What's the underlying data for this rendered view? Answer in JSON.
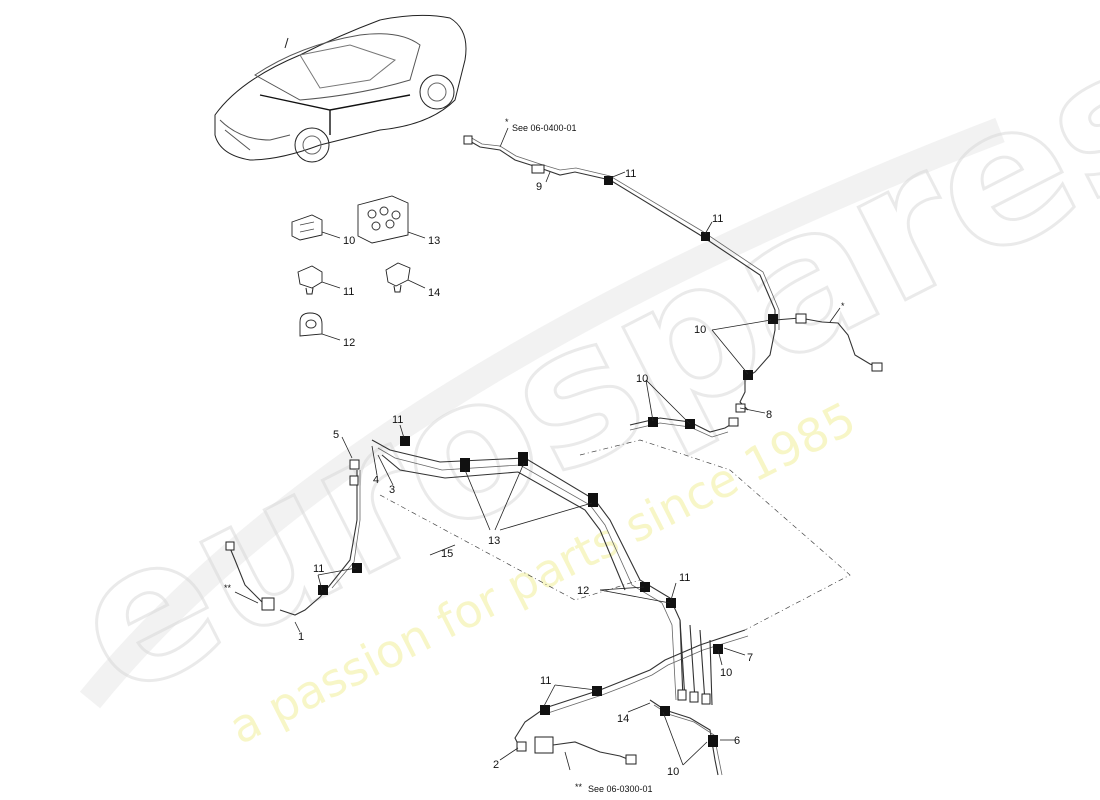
{
  "references": {
    "top": {
      "marker": "*",
      "text": "See 06-0400-01"
    },
    "bottom": {
      "marker": "**",
      "text": "See 06-0300-01"
    },
    "right_marker": "*",
    "left_marker": "**"
  },
  "callouts": [
    {
      "id": "c9",
      "text": "9"
    },
    {
      "id": "c11a",
      "text": "11"
    },
    {
      "id": "c11b",
      "text": "11"
    },
    {
      "id": "c10a",
      "text": "10"
    },
    {
      "id": "c10b",
      "text": "10"
    },
    {
      "id": "c8",
      "text": "8"
    },
    {
      "id": "c11c",
      "text": "11"
    },
    {
      "id": "c5",
      "text": "5"
    },
    {
      "id": "c4",
      "text": "4"
    },
    {
      "id": "c3",
      "text": "3"
    },
    {
      "id": "c13",
      "text": "13"
    },
    {
      "id": "c15",
      "text": "15"
    },
    {
      "id": "c11d",
      "text": "11"
    },
    {
      "id": "c1",
      "text": "1"
    },
    {
      "id": "c12",
      "text": "12"
    },
    {
      "id": "c11e",
      "text": "11"
    },
    {
      "id": "c7",
      "text": "7"
    },
    {
      "id": "c10c",
      "text": "10"
    },
    {
      "id": "c11f",
      "text": "11"
    },
    {
      "id": "c14",
      "text": "14"
    },
    {
      "id": "c2",
      "text": "2"
    },
    {
      "id": "c6",
      "text": "6"
    },
    {
      "id": "c10d",
      "text": "10"
    }
  ],
  "legend_parts": [
    {
      "id": "p10",
      "text": "10"
    },
    {
      "id": "p13",
      "text": "13"
    },
    {
      "id": "p11",
      "text": "11"
    },
    {
      "id": "p14",
      "text": "14"
    },
    {
      "id": "p12",
      "text": "12"
    }
  ],
  "watermark": {
    "brand": "eurospares",
    "tagline": "a passion for parts since 1985"
  }
}
